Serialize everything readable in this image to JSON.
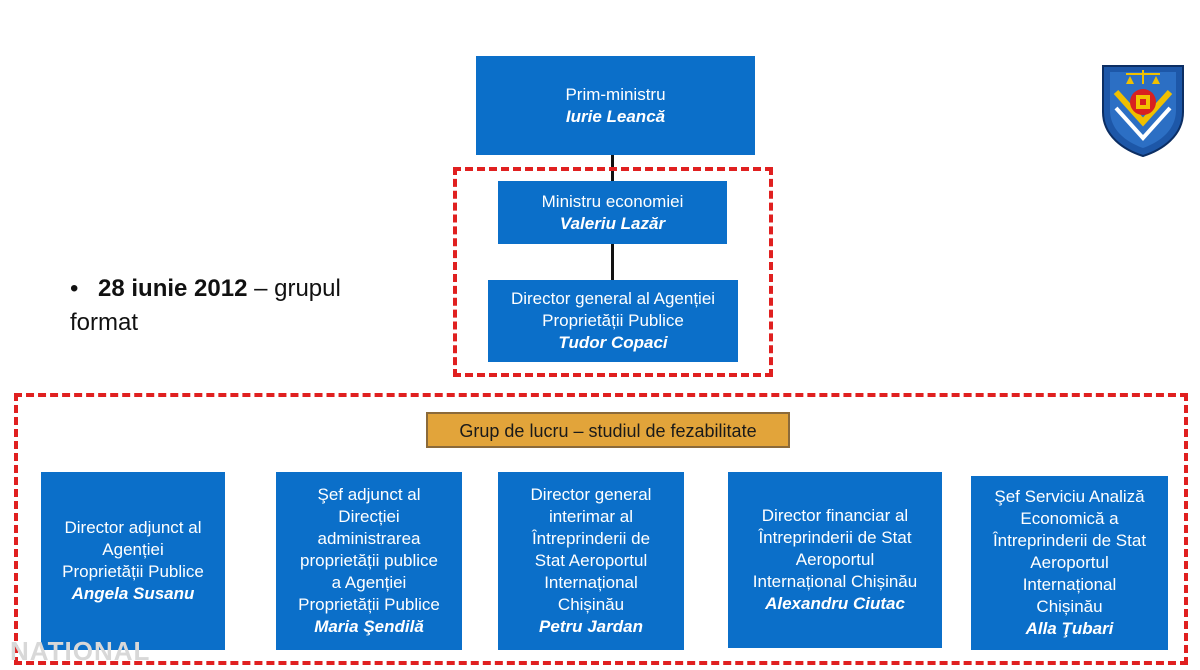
{
  "top": {
    "title": "Prim-ministru",
    "name": "Iurie Leancă"
  },
  "minister": {
    "title": "Ministru economiei",
    "name": "Valeriu Lazăr"
  },
  "director": {
    "title_line1": "Director general al Agenției",
    "title_line2": "Proprietății Publice",
    "name": "Tudor Copaci"
  },
  "bullet": {
    "date": "28 iunie 2012",
    "text": " – grupul format"
  },
  "group": {
    "label": "Grup de lucru – studiul de fezabilitate"
  },
  "members": [
    {
      "lines": [
        "Director adjunct al",
        "Agenției",
        "Proprietății Publice"
      ],
      "name": "Angela Susanu"
    },
    {
      "lines": [
        "Şef adjunct al",
        "Direcției",
        "administrarea",
        "proprietății publice",
        "a Agenției",
        "Proprietății Publice"
      ],
      "name": "Maria Şendilă"
    },
    {
      "lines": [
        "Director general",
        "interimar al",
        "Întreprinderii de",
        "Stat Aeroportul",
        "Internațional",
        "Chișinău"
      ],
      "name": "Petru Jardan"
    },
    {
      "lines": [
        "Director financiar al",
        "Întreprinderii de Stat",
        "Aeroportul",
        "Internațional Chișinău"
      ],
      "name": "Alexandru Ciutac"
    },
    {
      "lines": [
        "Şef Serviciu Analiză",
        "Economică a",
        "Întreprinderii de Stat",
        "Aeroportul",
        "Internațional",
        "Chișinău"
      ],
      "name": "Alla Ţubari"
    }
  ],
  "watermark": "NATIONAL",
  "colors": {
    "box": "#0B6FC9",
    "dash": "#E02020",
    "label_bg": "#E2A43A"
  }
}
